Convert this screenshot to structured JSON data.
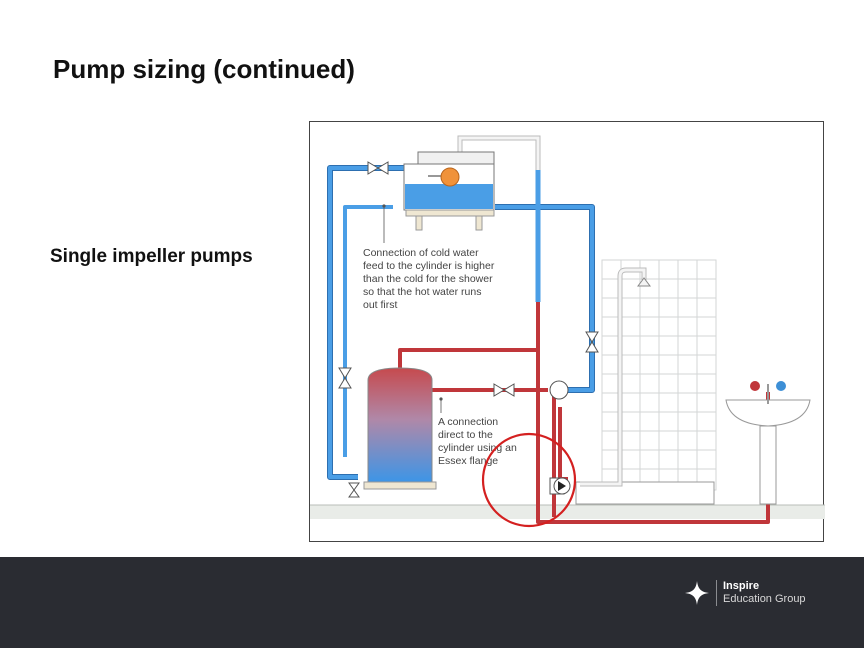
{
  "slide": {
    "title": "Pump sizing (continued)",
    "subheading": "Single impeller pumps"
  },
  "diagram": {
    "note_cold_feed": [
      "Connection of cold water",
      "feed to the cylinder is higher",
      "than the cold for the shower",
      "so that the hot water runs",
      "out first"
    ],
    "note_essex": [
      "A connection",
      "direct to the",
      "cylinder using an",
      "Essex flange"
    ],
    "colors": {
      "hot": "#c0363a",
      "cold": "#3d8fd6",
      "highlight_ring": "#d42020"
    }
  },
  "footer": {
    "brand": "Inspire",
    "brand_sub": "Education Group",
    "logo_icon": "four-point-star-icon"
  }
}
